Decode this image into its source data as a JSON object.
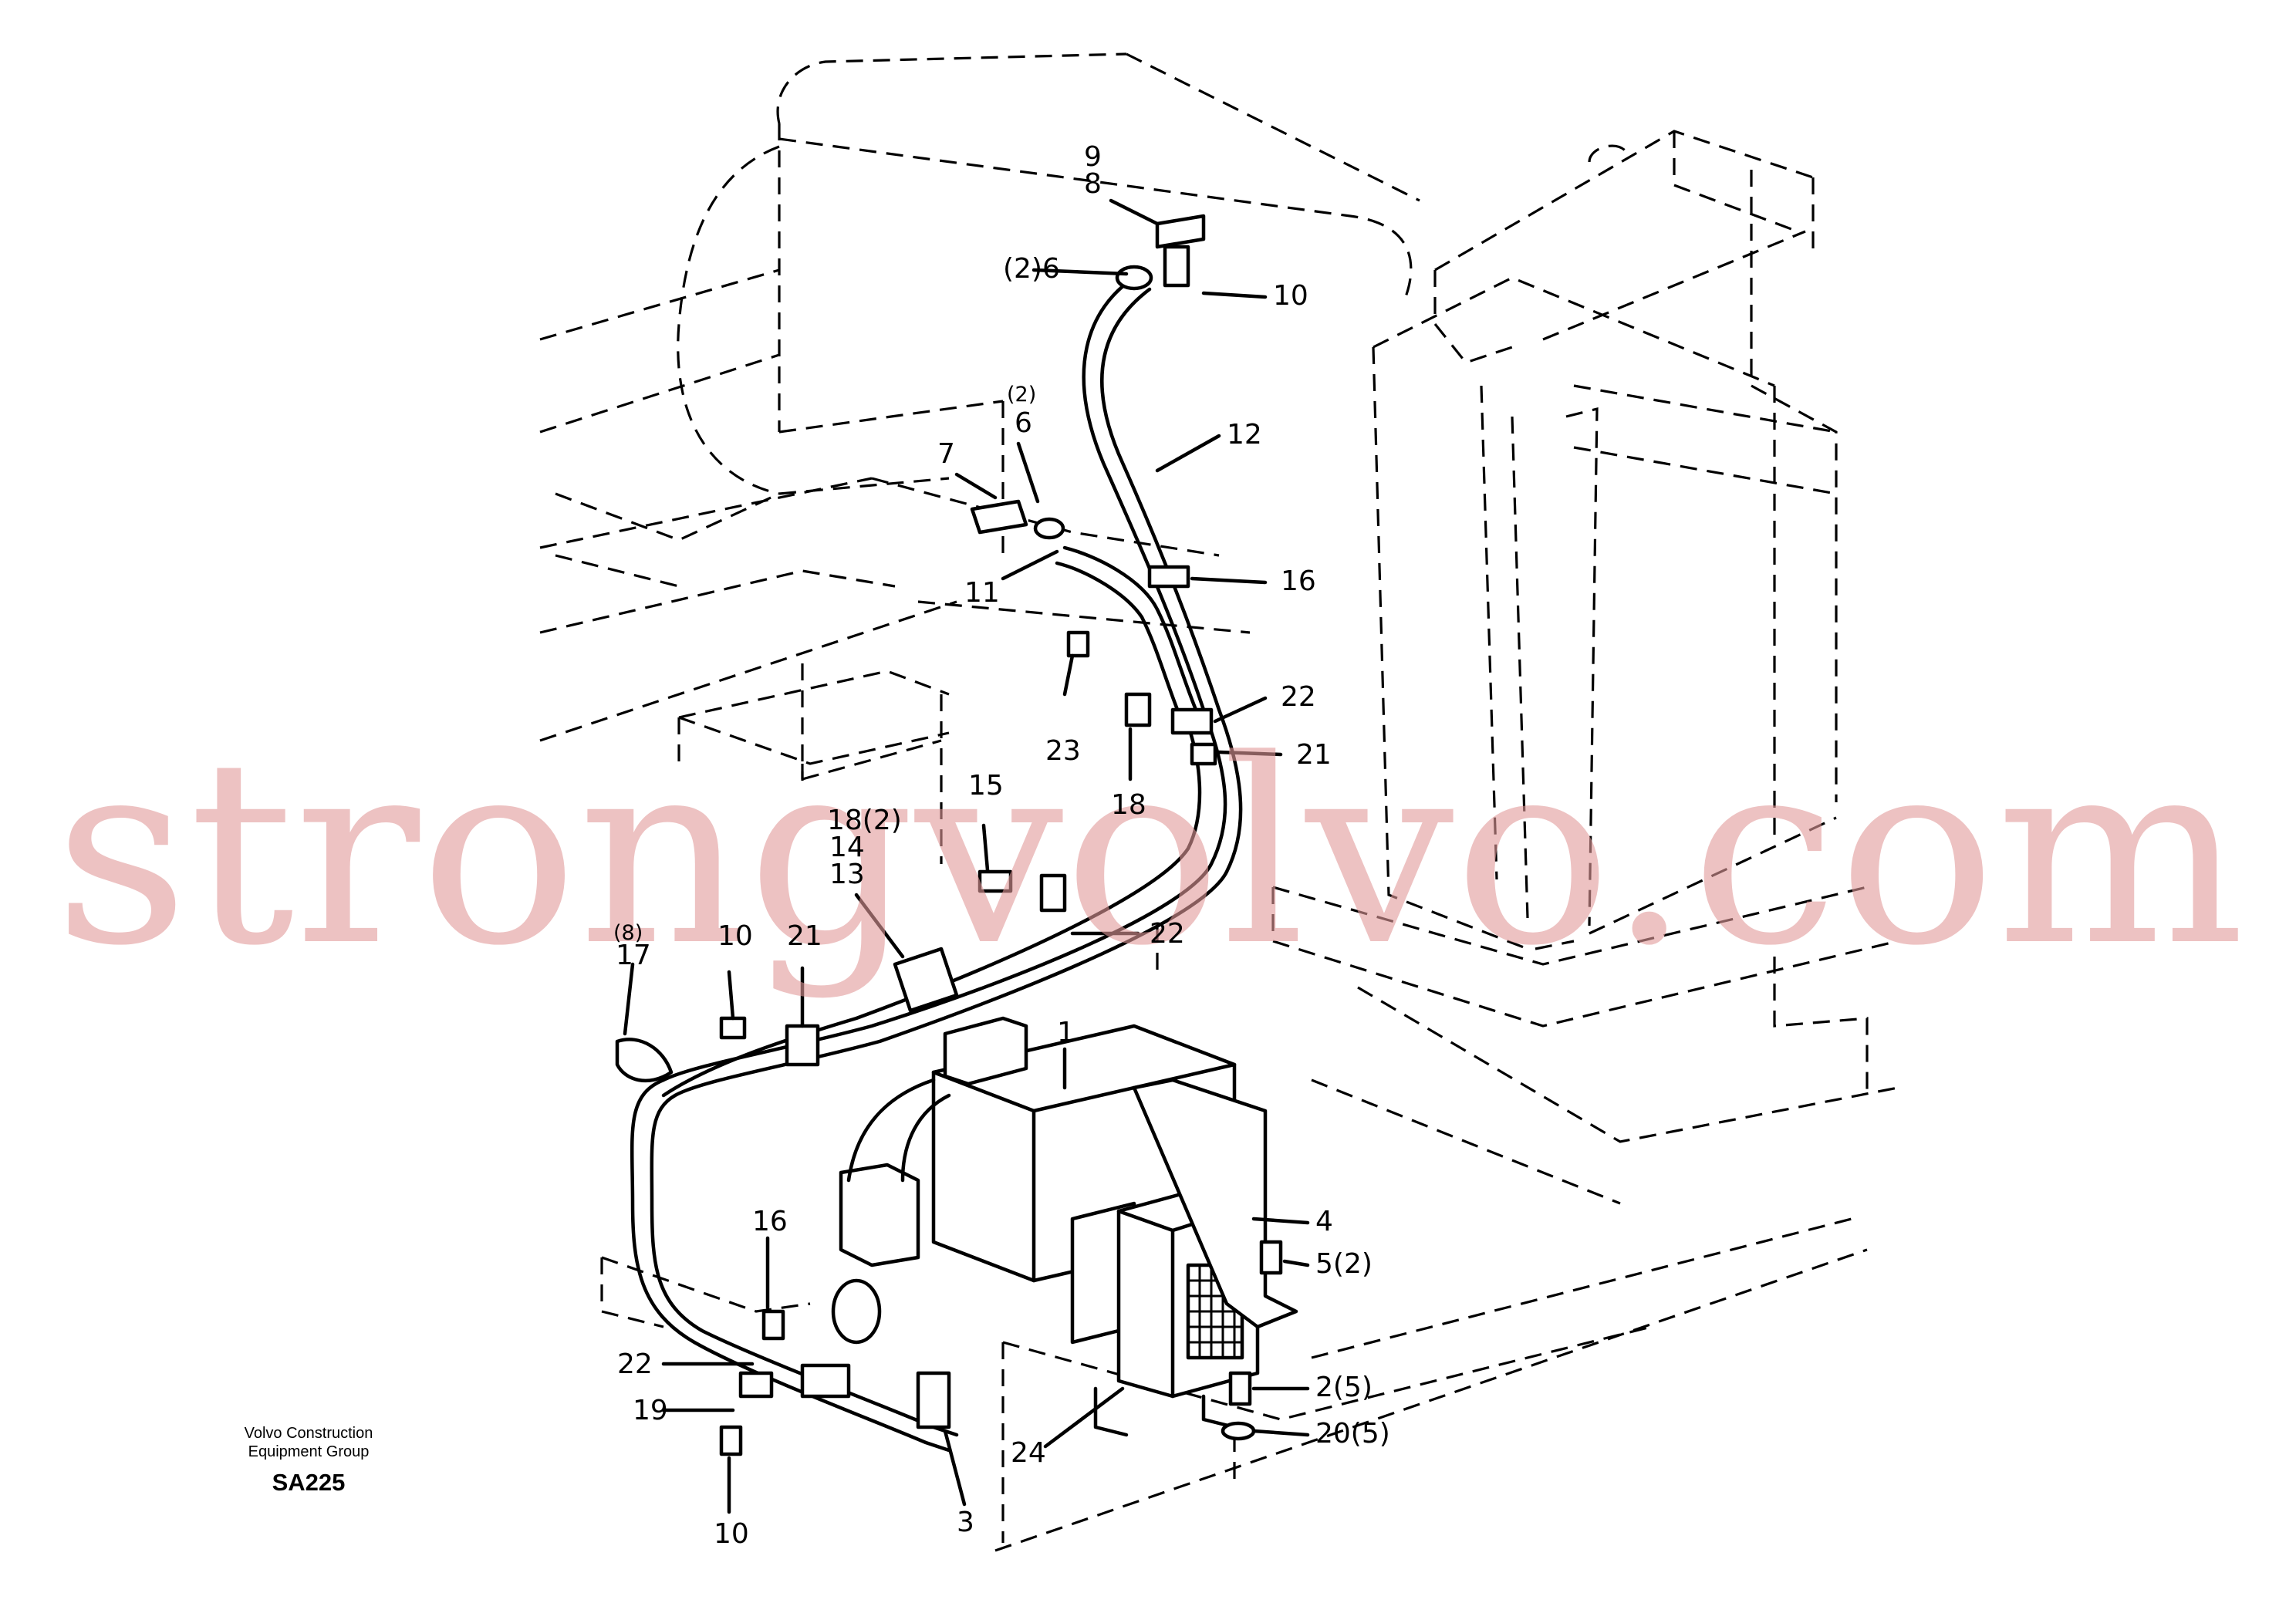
{
  "watermark": "strongvolvo.com",
  "caption": {
    "line1": "Volvo Construction",
    "line2": "Equipment Group",
    "code": "SA225"
  },
  "callouts": {
    "c9": "9",
    "c8": "8",
    "c6a": "(2)6",
    "c10a": "10",
    "c2paren": "(2)",
    "c6b": "6",
    "c7": "7",
    "c12": "12",
    "c11": "11",
    "c16a": "16",
    "c22a": "22",
    "c23": "23",
    "c18a": "18",
    "c21a": "21",
    "c15": "15",
    "c18b": "18(2)",
    "c14": "14",
    "c13": "13",
    "c22b": "22",
    "c8paren": "(8)",
    "c17": "17",
    "c10b": "10",
    "c21b": "21",
    "c1": "1",
    "c4": "4",
    "c5": "5(2)",
    "c16b": "16",
    "c22c": "22",
    "c19": "19",
    "c2": "2(5)",
    "c20": "20(5)",
    "c24": "24",
    "c10c": "10",
    "c3": "3"
  }
}
